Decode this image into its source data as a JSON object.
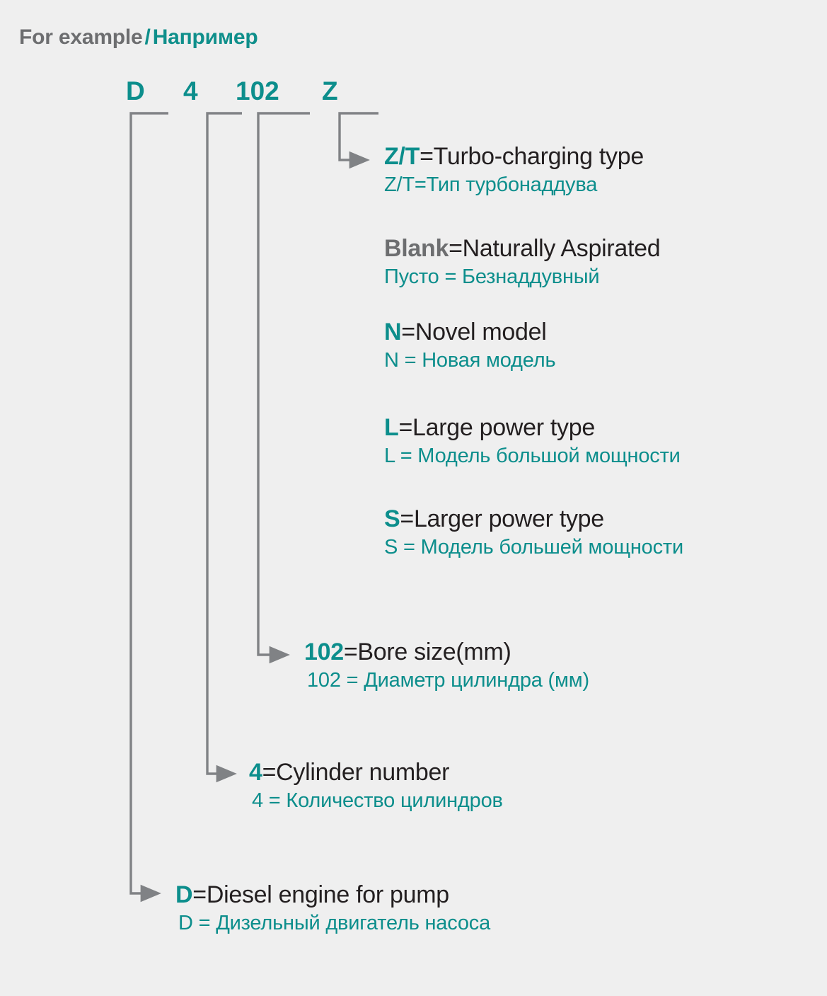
{
  "heading": {
    "english": "For example",
    "separator": "/",
    "russian": "Например"
  },
  "model_code": {
    "tokens": [
      "D",
      "4",
      "102",
      "Z"
    ]
  },
  "legend": [
    {
      "id": "zt",
      "key": "Z/T",
      "key_color": "#0c8e8c",
      "en_rest": "=Turbo-charging type",
      "ru": "Z/T=Тип турбонаддува",
      "branch": "z"
    },
    {
      "id": "blank",
      "key": "Blank",
      "key_color": "#6d6e70",
      "en_rest": "=Naturally Aspirated",
      "ru": "Пусто = Безнаддувный",
      "branch": "z"
    },
    {
      "id": "n",
      "key": "N",
      "key_color": "#0c8e8c",
      "en_rest": "=Novel model",
      "ru": "N = Новая модель",
      "branch": "z"
    },
    {
      "id": "l",
      "key": "L",
      "key_color": "#0c8e8c",
      "en_rest": "=Large power type",
      "ru": "L = Модель большой мощности",
      "branch": "z"
    },
    {
      "id": "s",
      "key": "S",
      "key_color": "#0c8e8c",
      "en_rest": "=Larger power type",
      "ru": "S = Модель большей мощности",
      "branch": "z"
    },
    {
      "id": "bore",
      "key": "102",
      "key_color": "#0c8e8c",
      "en_rest": "=Bore size(mm)",
      "ru": "102 = Диаметр цилиндра (мм)",
      "branch": "102"
    },
    {
      "id": "cylinder",
      "key": "4",
      "key_color": "#0c8e8c",
      "en_rest": "=Cylinder number",
      "ru": "4 = Количество цилиндров",
      "branch": "4"
    },
    {
      "id": "diesel",
      "key": "D",
      "key_color": "#0c8e8c",
      "en_rest": "=Diesel engine for pump",
      "ru": "D = Дизельный двигатель насоса",
      "branch": "d"
    }
  ],
  "colors": {
    "background": "#efefef",
    "teal": "#0c8e8c",
    "gray_text": "#6d6e70",
    "dark_text": "#231f20",
    "connector_line": "#808285"
  }
}
